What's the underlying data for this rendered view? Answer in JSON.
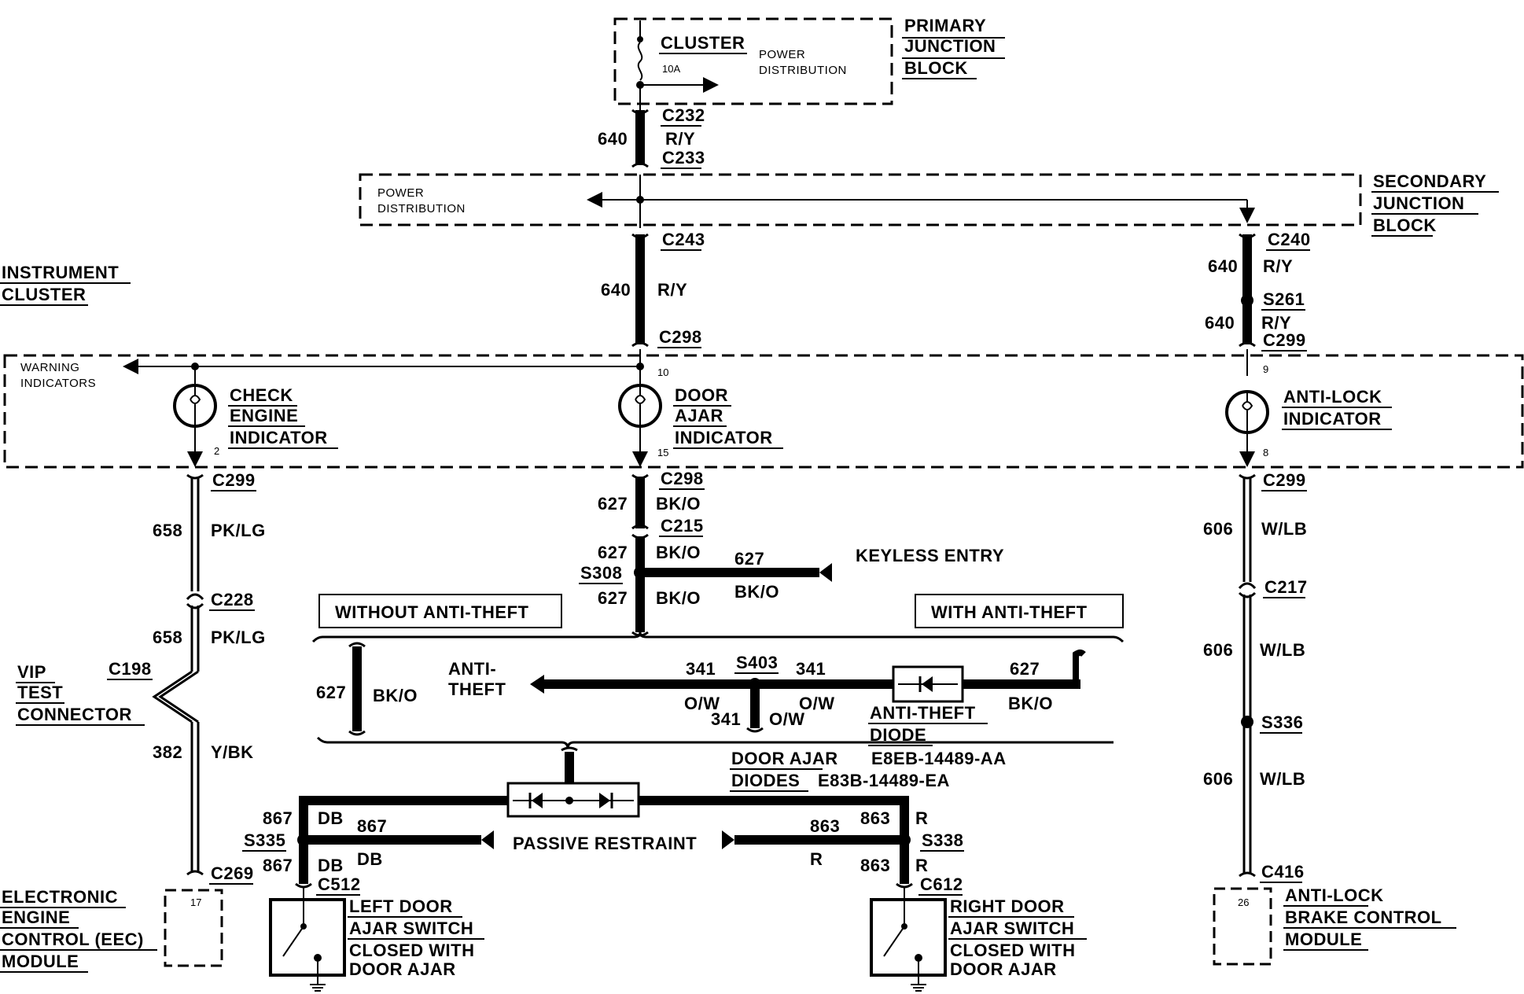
{
  "blocks": {
    "primary": {
      "title": [
        "PRIMARY",
        "JUNCTION",
        "BLOCK"
      ],
      "cluster": "CLUSTER",
      "fuse": "10A",
      "power": [
        "POWER",
        "DISTRIBUTION"
      ]
    },
    "secondary": {
      "title": [
        "SECONDARY",
        "JUNCTION",
        "BLOCK"
      ],
      "power": [
        "POWER",
        "DISTRIBUTION"
      ]
    },
    "instrument_cluster": {
      "title": [
        "INSTRUMENT",
        "CLUSTER"
      ],
      "warning": [
        "WARNING",
        "INDICATORS"
      ]
    }
  },
  "indicators": {
    "check_engine": {
      "label": [
        "CHECK",
        "ENGINE",
        "INDICATOR"
      ],
      "pin_top": "",
      "pin_bottom": "2"
    },
    "door_ajar": {
      "label": [
        "DOOR",
        "AJAR",
        "INDICATOR"
      ],
      "pin_top": "10",
      "pin_bottom": "15"
    },
    "anti_lock": {
      "label": [
        "ANTI-LOCK",
        "INDICATOR"
      ],
      "pin_top": "9",
      "pin_bottom": "8"
    }
  },
  "connectors": {
    "c232": "C232",
    "c233": "C233",
    "c243": "C243",
    "c298_top": "C298",
    "c298_bot": "C298",
    "c215": "C215",
    "c240": "C240",
    "s261": "S261",
    "c299_right_top": "C299",
    "c299_left": "C299",
    "c228": "C228",
    "c198": "C198",
    "c269": "C269",
    "c299_right_bot": "C299",
    "c217": "C217",
    "s336": "S336",
    "c416": "C416",
    "s308": "S308",
    "s403": "S403",
    "s335": "S335",
    "s338": "S338",
    "c512": "C512",
    "c612": "C612"
  },
  "wires": {
    "w640": "640",
    "ry": "R/Y",
    "w627": "627",
    "bko": "BK/O",
    "w658": "658",
    "pklg": "PK/LG",
    "w382": "382",
    "ybk": "Y/BK",
    "w606": "606",
    "wlb": "W/LB",
    "w341": "341",
    "ow": "O/W",
    "w867": "867",
    "db": "DB",
    "w863": "863",
    "r": "R"
  },
  "labels": {
    "keyless": "KEYLESS ENTRY",
    "without": "WITHOUT ANTI-THEFT",
    "with": "WITH ANTI-THEFT",
    "anti_theft": [
      "ANTI-",
      "THEFT"
    ],
    "anti_theft_diode": [
      "ANTI-THEFT",
      "DIODE"
    ],
    "anti_theft_diode_pn": "E8EB-14489-AA",
    "door_ajar_diodes": [
      "DOOR AJAR",
      "DIODES"
    ],
    "door_ajar_diodes_pn": "E83B-14489-EA",
    "passive": "PASSIVE RESTRAINT",
    "vip": [
      "VIP",
      "TEST",
      "CONNECTOR"
    ],
    "eec": [
      "ELECTRONIC",
      "ENGINE",
      "CONTROL (EEC)",
      "MODULE"
    ],
    "eec_pin": "17",
    "abs_module": [
      "ANTI-LOCK",
      "BRAKE CONTROL",
      "MODULE"
    ],
    "abs_pin": "26",
    "left_switch": [
      "LEFT DOOR",
      "AJAR SWITCH",
      "CLOSED WITH",
      "DOOR AJAR"
    ],
    "right_switch": [
      "RIGHT DOOR",
      "AJAR SWITCH",
      "CLOSED WITH",
      "DOOR AJAR"
    ]
  }
}
